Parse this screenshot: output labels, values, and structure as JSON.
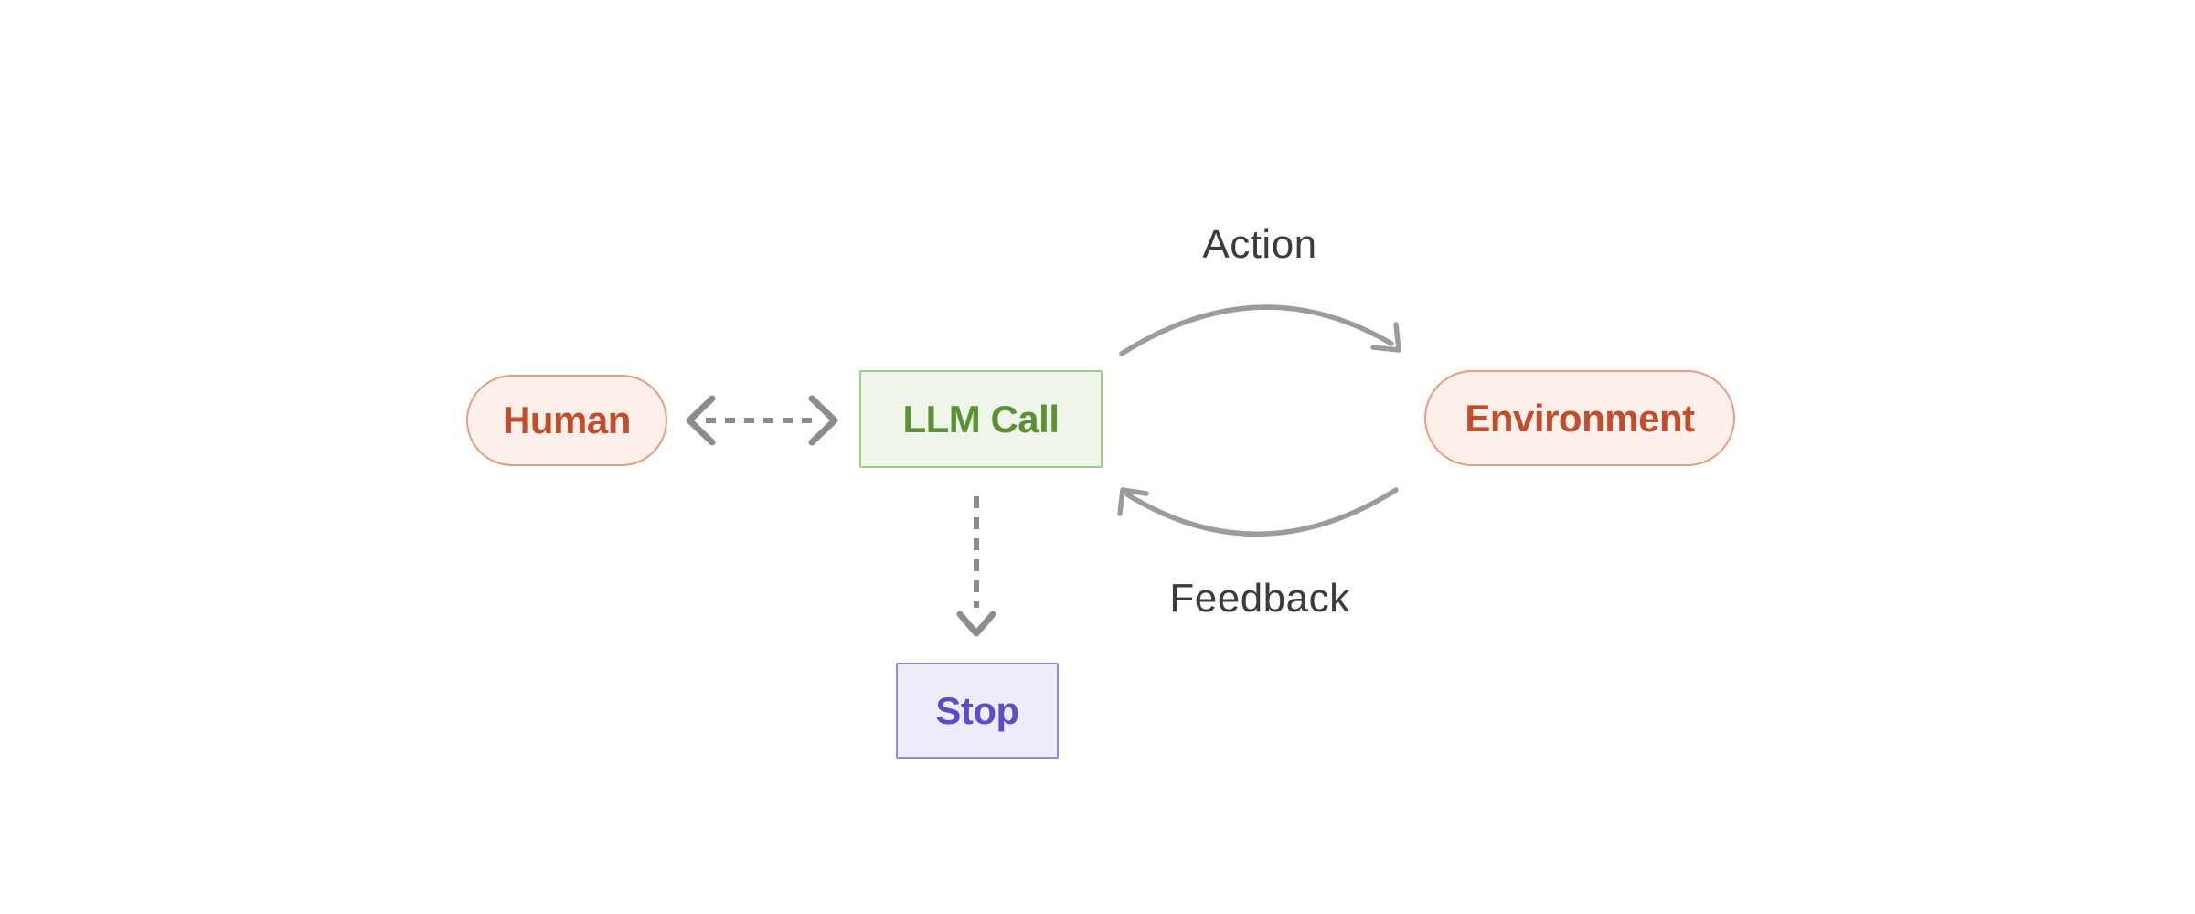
{
  "diagram": {
    "description": "Agent loop flow diagram",
    "nodes": {
      "human": {
        "label": "Human",
        "shape": "pill",
        "text_color": "#c04e2d",
        "fill": "#fdf0ea",
        "border": "#e69c80"
      },
      "llm_call": {
        "label": "LLM Call",
        "shape": "rect",
        "text_color": "#5a9132",
        "fill": "#eff5ea",
        "border": "#a3c98c"
      },
      "environment": {
        "label": "Environment",
        "shape": "pill",
        "text_color": "#c04e2d",
        "fill": "#fdf0ea",
        "border": "#e69c80"
      },
      "stop": {
        "label": "Stop",
        "shape": "rect",
        "text_color": "#5b4ec2",
        "fill": "#edecf8",
        "border": "#9089dc"
      }
    },
    "edges": [
      {
        "from": "human",
        "to": "llm_call",
        "style": "dashed-double-headed-arrow",
        "label": ""
      },
      {
        "from": "llm_call",
        "to": "stop",
        "style": "dashed-arrow",
        "label": ""
      },
      {
        "from": "llm_call",
        "to": "environment",
        "style": "curved-solid-arrow",
        "label": "Action"
      },
      {
        "from": "environment",
        "to": "llm_call",
        "style": "curved-solid-arrow",
        "label": "Feedback"
      }
    ]
  },
  "colors": {
    "canvas-bg": "#ffffff",
    "node-red-text": "#c04e2d",
    "node-red-fill": "#fdf0ea",
    "node-red-border": "#e69c80",
    "node-green-text": "#5a9132",
    "node-green-fill": "#eff5ea",
    "node-green-border": "#a3c98c",
    "node-purple-text": "#5b4ec2",
    "node-purple-fill": "#edecf8",
    "node-purple-border": "#9089dc",
    "edge-gray": "#9b9b9b",
    "edge-dash-gray": "#8c8c8c",
    "edge-label-text": "#3b3b3b"
  }
}
